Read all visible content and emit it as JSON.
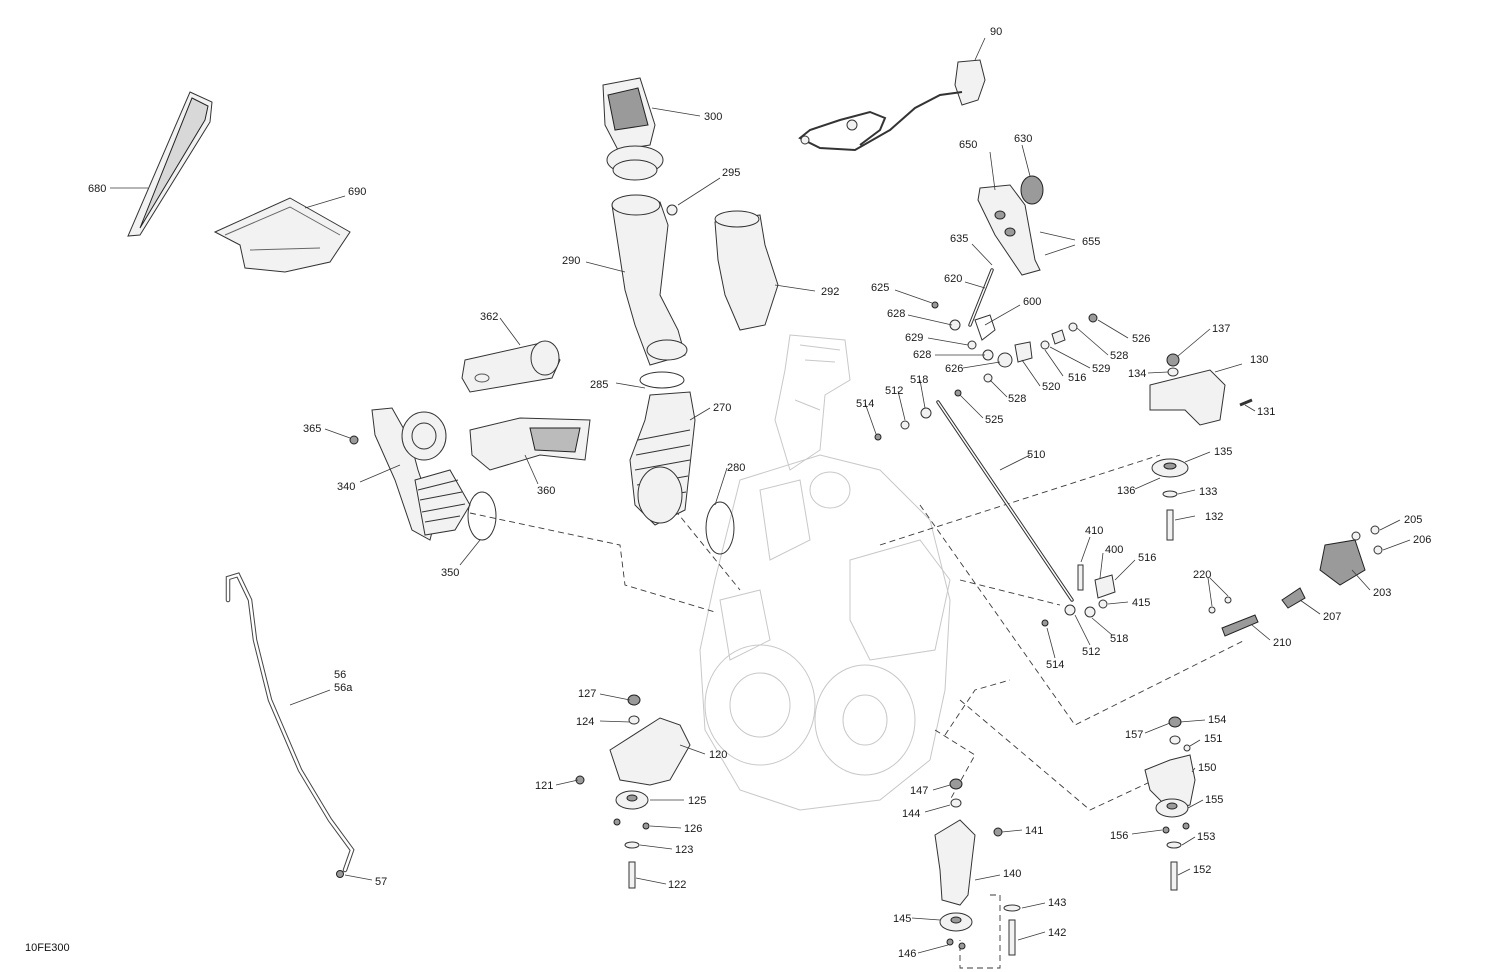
{
  "drawing_ref": "10FE300",
  "part_labels": [
    "90",
    "300",
    "295",
    "290",
    "292",
    "680",
    "690",
    "650",
    "630",
    "635",
    "655",
    "620",
    "625",
    "628",
    "629",
    "628",
    "626",
    "600",
    "526",
    "528",
    "529",
    "516",
    "520",
    "528",
    "525",
    "137",
    "130",
    "134",
    "131",
    "362",
    "285",
    "270",
    "280",
    "365",
    "340",
    "360",
    "350",
    "514",
    "512",
    "518",
    "510",
    "135",
    "136",
    "133",
    "132",
    "205",
    "206",
    "203",
    "220",
    "207",
    "210",
    "410",
    "400",
    "516",
    "415",
    "518",
    "512",
    "514",
    "56",
    "56a",
    "57",
    "127",
    "124",
    "120",
    "121",
    "125",
    "126",
    "123",
    "122",
    "157",
    "154",
    "151",
    "150",
    "155",
    "156",
    "153",
    "152",
    "147",
    "144",
    "141",
    "140",
    "145",
    "146",
    "143",
    "142"
  ]
}
